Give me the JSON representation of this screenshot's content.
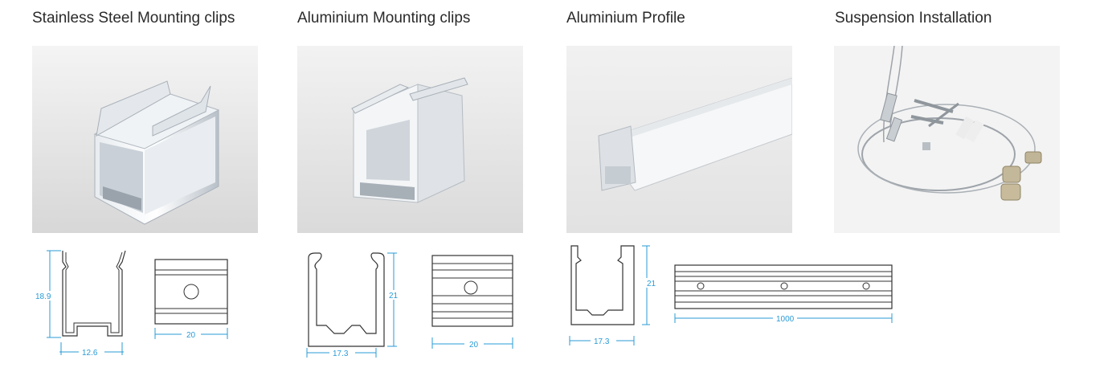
{
  "products": [
    {
      "title": "Stainless Steel Mounting clips",
      "dims": {
        "height": "18.9",
        "width": "12.6",
        "length": "20"
      }
    },
    {
      "title": "Aluminium Mounting clips",
      "dims": {
        "height": "21",
        "width": "17.3",
        "length": "20"
      }
    },
    {
      "title": "Aluminium Profile",
      "dims": {
        "height": "21",
        "width": "17.3",
        "length": "1000"
      }
    },
    {
      "title": "Suspension Installation"
    }
  ],
  "colors": {
    "dimension": "#2a9bd6",
    "outline": "#333333"
  }
}
